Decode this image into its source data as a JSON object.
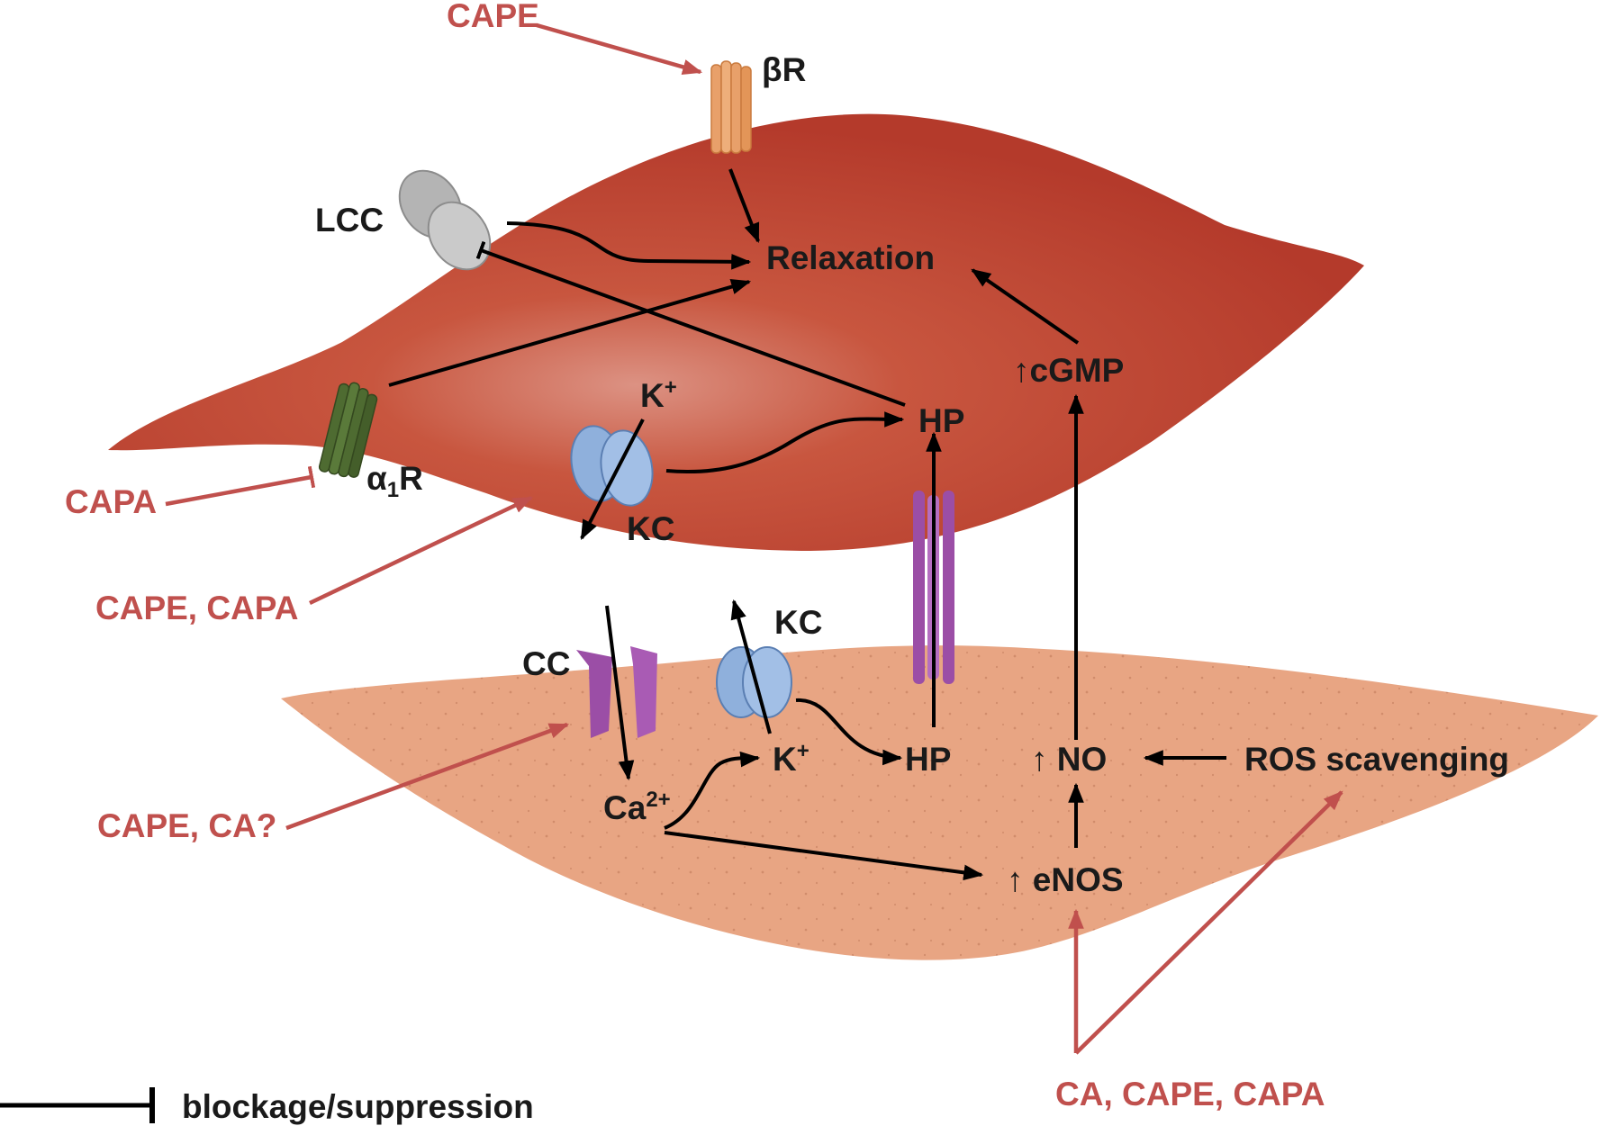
{
  "colors": {
    "smooth_muscle_cell": "#b83d2d",
    "endothelial_cell": "#e8a583",
    "drug_arrow": "#c0504d",
    "pathway_arrow": "#000000",
    "beta_receptor": "#e8a06a",
    "alpha1_receptor": "#4e6b31",
    "lcc_channel": "#bdbdbd",
    "k_channel": "#8fb0dc",
    "ca_channel": "#9b4ea6",
    "gap_junction": "#9b4ea6"
  },
  "icons": {
    "beta_receptor": "beta-receptor-icon",
    "alpha1_receptor": "alpha1-receptor-icon",
    "lcc": "l-type-calcium-channel-icon",
    "kc_smooth_muscle": "potassium-channel-icon",
    "kc_endothelium": "potassium-channel-icon",
    "cc": "calcium-channel-icon",
    "gap_junction": "myoendothelial-gap-junction-icon"
  },
  "labels": {
    "beta_receptor": "βR",
    "lcc": "LCC",
    "relaxation": "Relaxation",
    "cgmp": "↑cGMP",
    "k_plus_top": "K",
    "k_plus_top_sup": "+",
    "hp_top": "HP",
    "alpha1_main": "α",
    "alpha1_sub": "1",
    "alpha1_tail": "R",
    "kc_top": "KC",
    "cc": "CC",
    "kc_bottom": "KC",
    "k_plus_bottom": "K",
    "k_plus_bottom_sup": "+",
    "hp_bottom": "HP",
    "no": "↑ NO",
    "ros": "ROS scavenging",
    "ca2": "Ca",
    "ca2_sup": "2+",
    "enos": "↑ eNOS"
  },
  "drugs": {
    "beta": "CAPE",
    "alpha1": "CAPA",
    "kc": "CAPE, CAPA",
    "cc": "CAPE, CA?",
    "enos_ros": "CA, CAPE, CAPA"
  },
  "legend": {
    "blockage_label": "blockage/suppression"
  }
}
